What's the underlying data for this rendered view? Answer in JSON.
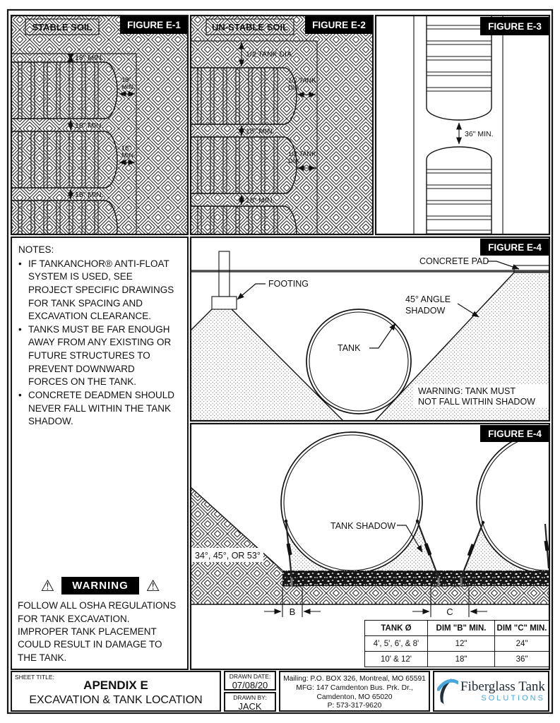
{
  "figures": {
    "e1": {
      "badge": "FIGURE E-1",
      "soil_label": "STABLE SOIL",
      "dim_top": "18\" MIN.",
      "dim_gap": "18\" MIN.",
      "dim_end_l1": "18\"",
      "dim_end_l2": "MIN."
    },
    "e2": {
      "badge": "FIGURE E-2",
      "soil_label": "UN-STABLE SOIL",
      "dim_top": "1/2 TANK DIA.",
      "dim_gap": "18\" MIN.",
      "dim_end_l1": "1/2 TANK",
      "dim_end_l2": "DIA."
    },
    "e3": {
      "badge": "FIGURE E-3",
      "dim_end": "36\" MIN."
    },
    "e4a": {
      "badge": "FIGURE E-4",
      "label_concrete_pad": "CONCRETE PAD",
      "label_footing": "FOOTING",
      "label_angle_l1": "45° ANGLE",
      "label_angle_l2": "SHADOW",
      "label_tank": "TANK",
      "warning_l1": "WARNING: TANK MUST",
      "warning_l2": "NOT FALL WITHIN SHADOW"
    },
    "e4b": {
      "badge": "FIGURE E-4",
      "label_tank_shadow": "TANK SHADOW",
      "label_angles": "34°, 45°, OR 53°",
      "dim_b": "B",
      "dim_c": "C"
    }
  },
  "notes": {
    "heading": "NOTES:",
    "bullet": "•",
    "items": [
      "IF TANKANCHOR® ANTI-FLOAT SYSTEM IS USED, SEE PROJECT SPECIFIC DRAWINGS FOR TANK SPACING AND EXCAVATION CLEARANCE.",
      "TANKS MUST BE FAR ENOUGH AWAY FROM ANY EXISTING OR FUTURE STRUCTURES TO PREVENT DOWNWARD FORCES ON THE TANK.",
      "CONCRETE DEADMEN SHOULD NEVER FALL WITHIN THE TANK SHADOW."
    ]
  },
  "warning": {
    "triangle_icon": "⚠",
    "badge": "WARNING",
    "text": "FOLLOW ALL OSHA REGULATIONS FOR TANK EXCAVATION. IMPROPER TANK PLACEMENT COULD RESULT IN DAMAGE TO THE TANK."
  },
  "dim_table": {
    "headers": [
      "TANK Ø",
      "DIM \"B\" MIN.",
      "DIM \"C\" MIN."
    ],
    "rows": [
      [
        "4', 5', 6', & 8'",
        "12\"",
        "24\""
      ],
      [
        "10' & 12'",
        "18\"",
        "36\""
      ]
    ]
  },
  "title_block": {
    "sheet_title_label": "SHEET TITLE:",
    "sheet_title_line1": "APENDIX E",
    "sheet_title_line2": "EXCAVATION & TANK LOCATION",
    "drawn_date_label": "DRAWN DATE:",
    "drawn_date": "07/08/20",
    "drawn_by_label": "DRAWN BY:",
    "drawn_by": "JACK",
    "address_line1": "Mailing: P.O. BOX 326, Montreal, MO 65591",
    "address_line2": "MFG: 147 Camdenton Bus. Prk. Dr.,",
    "address_line3": "Camdenton, MO 65020",
    "address_line4": "P: 573-317-9620",
    "logo_name": "Fiberglass Tank",
    "logo_subtitle": "SOLUTIONS"
  },
  "colors": {
    "logo_blue": "#4aa7d9",
    "logo_dark": "#1c2a35",
    "line_black": "#111111"
  }
}
